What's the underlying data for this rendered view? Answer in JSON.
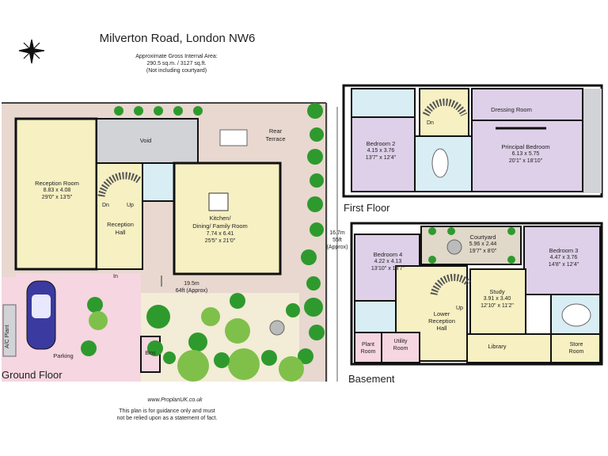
{
  "header": {
    "title": "Milverton Road, London NW6",
    "area_line1": "Approximate Gross Internal Area:",
    "area_line2": "290.5 sq.m. / 3127 sq.ft.",
    "area_line3": "(Not including courtyard)"
  },
  "floors": {
    "ground": "Ground Floor",
    "first": "First Floor",
    "basement": "Basement"
  },
  "ground_rooms": {
    "reception_name": "Reception Room",
    "reception_dim_m": "8.83 x 4.08",
    "reception_dim_ft": "29'0\" x 13'5\"",
    "void": "Void",
    "rear_terrace_1": "Rear",
    "rear_terrace_2": "Terrace",
    "hall_1": "Reception",
    "hall_2": "Hall",
    "dn": "Dn",
    "up": "Up",
    "in": "In",
    "kitchen_1": "Kitchen/",
    "kitchen_2": "Dining/ Family Room",
    "kitchen_dim_m": "7.74 x 6.41",
    "kitchen_dim_ft": "25'5\" x 21'0\"",
    "ac_plant": "A/C Plant",
    "parking": "Parking",
    "bins": "Bins",
    "length_m": "19.5m",
    "length_ft": "64ft (Approx)",
    "depth_m": "16.7m",
    "depth_ft": "55ft",
    "depth_approx": "(Approx)"
  },
  "first_rooms": {
    "bedroom2_name": "Bedroom 2",
    "bedroom2_m": "4.15 x 3.76",
    "bedroom2_ft": "13'7\" x 12'4\"",
    "dn": "Dn",
    "dressing": "Dressing Room",
    "principal_name": "Principal Bedroom",
    "principal_m": "6.13 x 5.75",
    "principal_ft": "20'1\" x 18'10\""
  },
  "basement_rooms": {
    "courtyard_name": "Courtyard",
    "courtyard_m": "5.96 x 2.44",
    "courtyard_ft": "19'7\" x 8'0\"",
    "bedroom4_name": "Bedroom 4",
    "bedroom4_m": "4.22 x 4.13",
    "bedroom4_ft": "13'10\" x 13'7\"",
    "bedroom3_name": "Bedroom 3",
    "bedroom3_m": "4.47 x 3.76",
    "bedroom3_ft": "14'8\" x 12'4\"",
    "study_name": "Study",
    "study_m": "3.91 x 3.40",
    "study_ft": "12'10\" x 11'2\"",
    "lower_1": "Lower",
    "lower_2": "Reception",
    "lower_3": "Hall",
    "up": "Up",
    "plant_1": "Plant",
    "plant_2": "Room",
    "utility_1": "Utility",
    "utility_2": "Room",
    "library": "Library",
    "store_1": "Store",
    "store_2": "Room"
  },
  "footer": {
    "website": "www.ProplanUK.co.uk",
    "disclaimer1": "This plan is for guidance only and must",
    "disclaimer2": "not be relied upon as a statement of fact."
  },
  "colors": {
    "room_yellow": "#f6f0c2",
    "room_blue": "#d8eef4",
    "room_purple": "#ddd0e8",
    "room_grey": "#d2d3d6",
    "terrace": "#e8d8d0",
    "garden_light": "#f3ecd6",
    "parking_pink": "#f6d6e0",
    "plant_green": "#2e9a2e",
    "wall": "#111111"
  }
}
